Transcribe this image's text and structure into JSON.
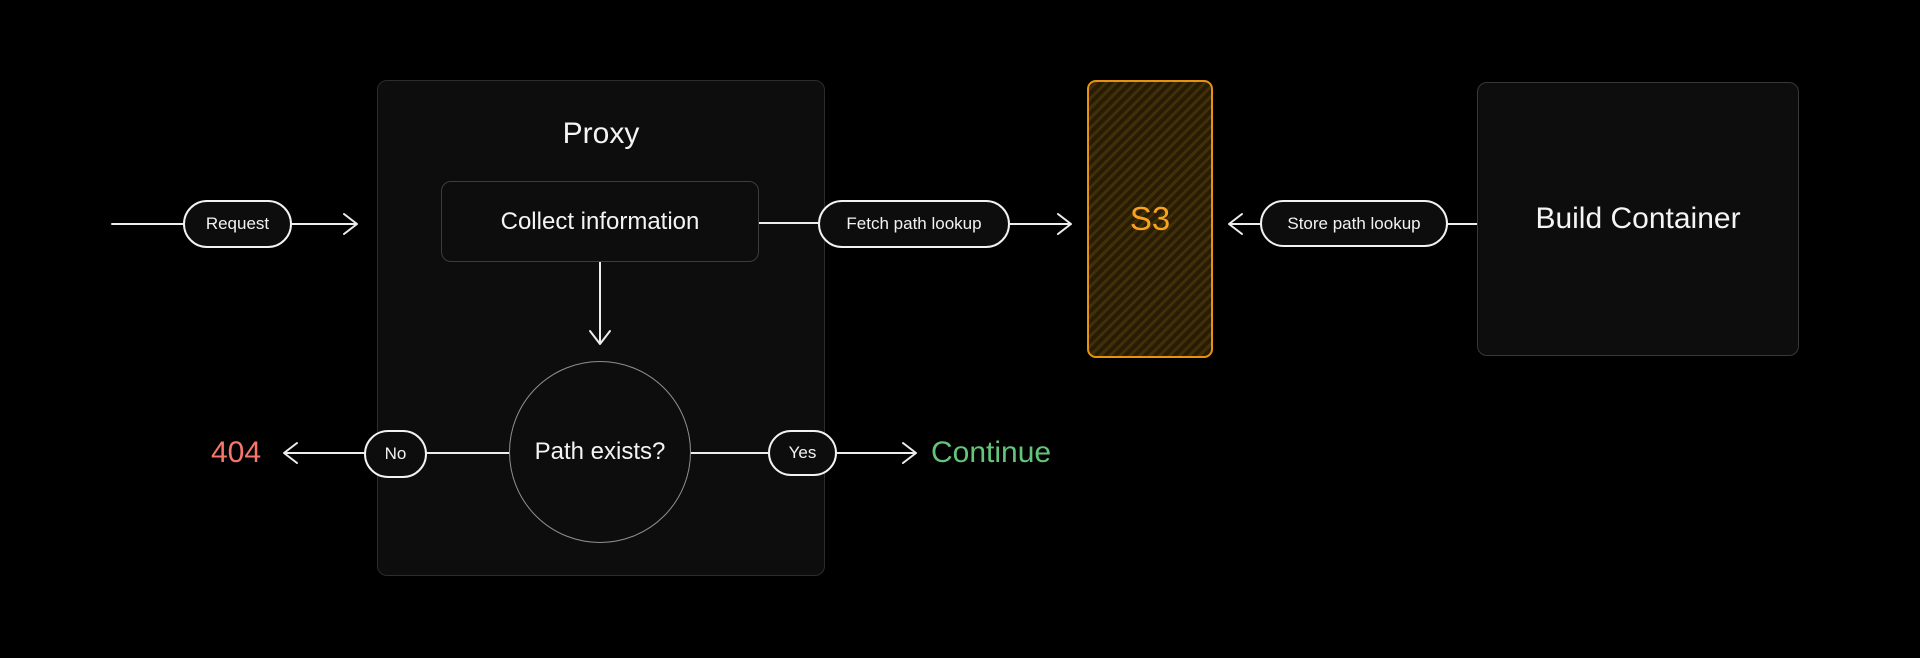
{
  "colors": {
    "background": "#000000",
    "line": "#EDEDED",
    "node_fill": "#0D0D0D",
    "node_border": "#2C2C2C",
    "inner_border": "#3C3C3C",
    "circle_border": "#909090",
    "pill_border": "#F2F2F2",
    "text": "#F4F4F4",
    "s3_border": "#E8920E",
    "s3_text": "#F9A31D",
    "s3_stripe_dark": "#281C05",
    "s3_stripe_light": "#413007",
    "error": "#F8756C",
    "success": "#63C57A"
  },
  "flow": {
    "proxy": {
      "title": "Proxy",
      "collect": "Collect information",
      "decision": "Path exists?"
    },
    "s3": {
      "label": "S3"
    },
    "build_container": {
      "label": "Build Container"
    },
    "edges": {
      "request": "Request",
      "fetch": "Fetch path lookup",
      "store": "Store path lookup",
      "no": "No",
      "yes": "Yes"
    },
    "outcomes": {
      "not_found": "404",
      "continue": "Continue"
    }
  }
}
